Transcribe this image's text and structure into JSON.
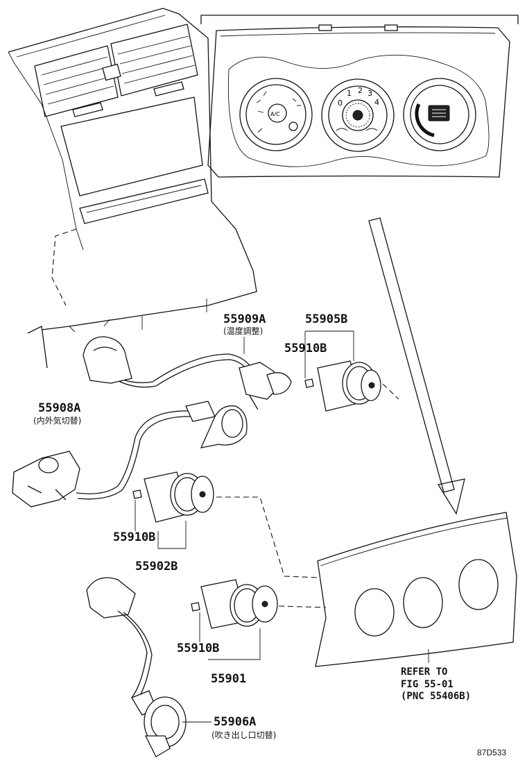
{
  "parts": {
    "p55909A": {
      "number": "55909A",
      "note": "(温度調整)"
    },
    "p55905B": {
      "number": "55905B"
    },
    "p55910B_top": {
      "number": "55910B"
    },
    "p55908A": {
      "number": "55908A",
      "note": "(内外気切替)"
    },
    "p55910B_mid": {
      "number": "55910B"
    },
    "p55902B": {
      "number": "55902B"
    },
    "p55910B_bot": {
      "number": "55910B"
    },
    "p55901": {
      "number": "55901"
    },
    "p55906A": {
      "number": "55906A",
      "note": "(吹き出し口切替)"
    }
  },
  "reference": {
    "line1": "REFER TO",
    "line2": "FIG 55-01",
    "line3": "(PNC 55406B)"
  },
  "panel_markings": {
    "fan_speeds": [
      "0",
      "1",
      "2",
      "3",
      "4"
    ],
    "ac_label": "A/C"
  },
  "diagram_code": "87D533"
}
